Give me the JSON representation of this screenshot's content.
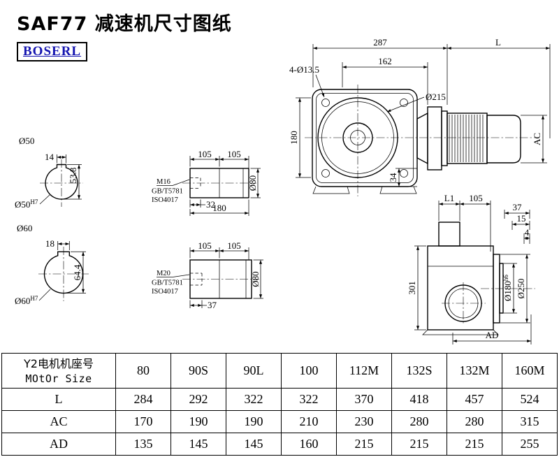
{
  "title": "SAF77 减速机尺寸图纸",
  "logo": "BOSERL",
  "main_view": {
    "d287": "287",
    "dL": "L",
    "holes": "4-Ø13.5",
    "d162": "162",
    "flange": "Ø215",
    "d180": "180",
    "d34": "34",
    "dAC": "AC"
  },
  "side_view": {
    "dL1": "L1",
    "d105": "105",
    "d37": "37",
    "d15": "15",
    "d4": "4",
    "d301": "301",
    "spigot": "Ø180",
    "spigot_tol": "h6",
    "flange": "Ø250",
    "dAD": "AD"
  },
  "shaft50": {
    "dia": "Ø50",
    "key_w": "14",
    "key_h": "53.8",
    "bore": "Ø50",
    "bore_tol": "H7"
  },
  "shaft60": {
    "dia": "Ø60",
    "key_w": "18",
    "key_h": "64.4",
    "bore": "Ø60",
    "bore_tol": "H7"
  },
  "bush1": {
    "seg1": "105",
    "seg2": "105",
    "thread": "M16",
    "std1": "GB/T5781",
    "std2": "ISO4017",
    "depth": "32",
    "length": "180",
    "dia": "Ø80"
  },
  "bush2": {
    "seg1": "105",
    "seg2": "105",
    "thread": "M20",
    "std1": "GB/T5781",
    "std2": "ISO4017",
    "depth": "37",
    "dia": "Ø80"
  },
  "table": {
    "header_cn": "Y2电机机座号",
    "header_en": "MOtOr Size",
    "sizes": [
      "80",
      "90S",
      "90L",
      "100",
      "112M",
      "132S",
      "132M",
      "160M"
    ],
    "rows": [
      {
        "label": "L",
        "values": [
          "284",
          "292",
          "322",
          "322",
          "370",
          "418",
          "457",
          "524"
        ]
      },
      {
        "label": "AC",
        "values": [
          "170",
          "190",
          "190",
          "210",
          "230",
          "280",
          "280",
          "315"
        ]
      },
      {
        "label": "AD",
        "values": [
          "135",
          "145",
          "145",
          "160",
          "215",
          "215",
          "215",
          "255"
        ]
      }
    ]
  }
}
